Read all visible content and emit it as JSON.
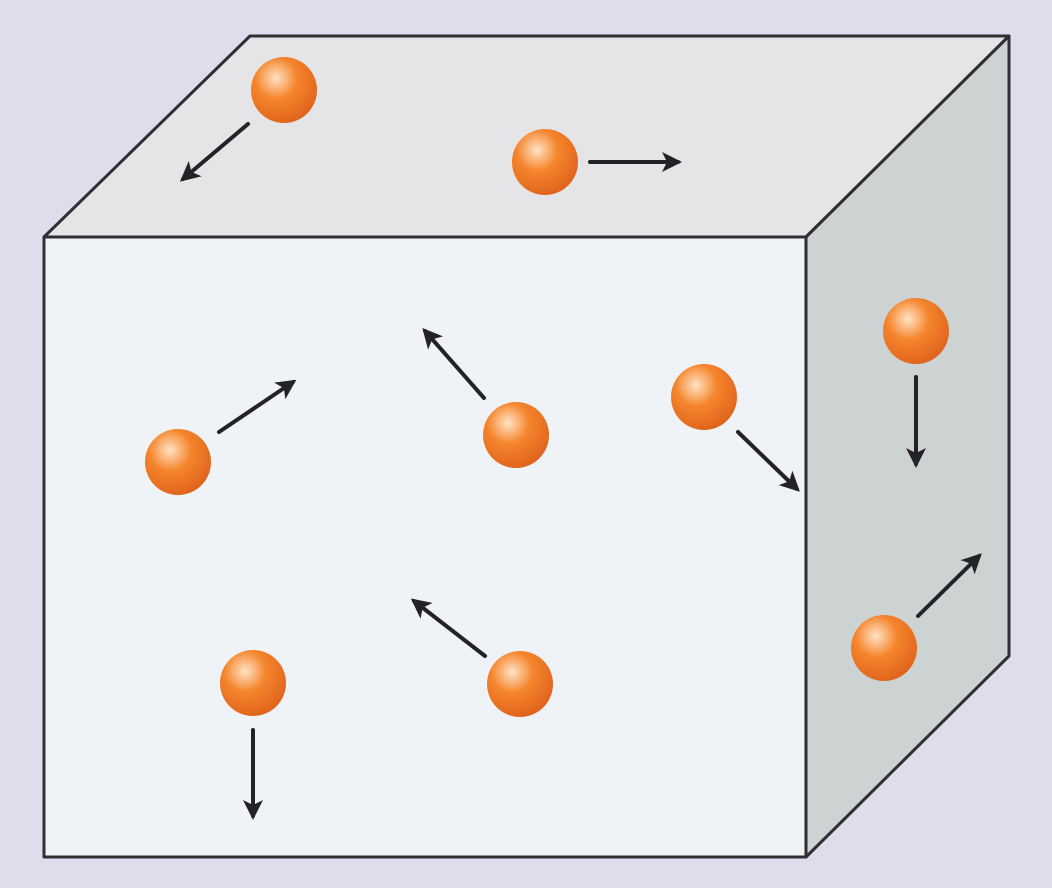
{
  "colors": {
    "background": "#e0dcec",
    "front_face": "#eff2f6",
    "top_face": "#e5e5e7",
    "side_face": "#cdd3d3",
    "edge": "#2f2f33",
    "arrow": "#232327",
    "particle_base": "#f5852d",
    "particle_highlight": "#ffe3c4",
    "particle_shade": "#e0641c"
  },
  "box": {
    "name": "gas-container-cube"
  },
  "particles": [
    {
      "name": "particle-top-left",
      "face": "top",
      "direction": "down-left"
    },
    {
      "name": "particle-top-center",
      "face": "top",
      "direction": "right"
    },
    {
      "name": "particle-front-left",
      "face": "front",
      "direction": "up-right"
    },
    {
      "name": "particle-front-center",
      "face": "front",
      "direction": "up-left"
    },
    {
      "name": "particle-front-right",
      "face": "front",
      "direction": "down-right"
    },
    {
      "name": "particle-front-bottom-left",
      "face": "front",
      "direction": "down"
    },
    {
      "name": "particle-front-bottom-center",
      "face": "front",
      "direction": "up-left"
    },
    {
      "name": "particle-side-top",
      "face": "side",
      "direction": "down"
    },
    {
      "name": "particle-side-bottom",
      "face": "side",
      "direction": "up-right"
    }
  ]
}
